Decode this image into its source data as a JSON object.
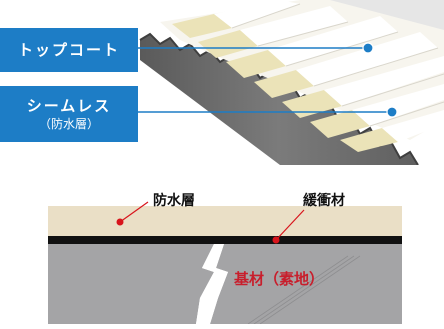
{
  "photo": {
    "callouts": [
      {
        "main": "トップコート",
        "sub": ""
      },
      {
        "main": "シームレス",
        "sub": "（防水層）"
      }
    ]
  },
  "diagram": {
    "layers": {
      "waterproof": "防水層",
      "cushion": "緩衝材",
      "substrate": "基材（素地）"
    }
  },
  "colors": {
    "callout_blue": "#1d7dc6",
    "marker_red": "#d8141c",
    "waterproof_layer": "#eadfc6",
    "cushion_layer": "#111111",
    "substrate": "#a4a4a6",
    "substrate_label": "#c81e2c"
  }
}
